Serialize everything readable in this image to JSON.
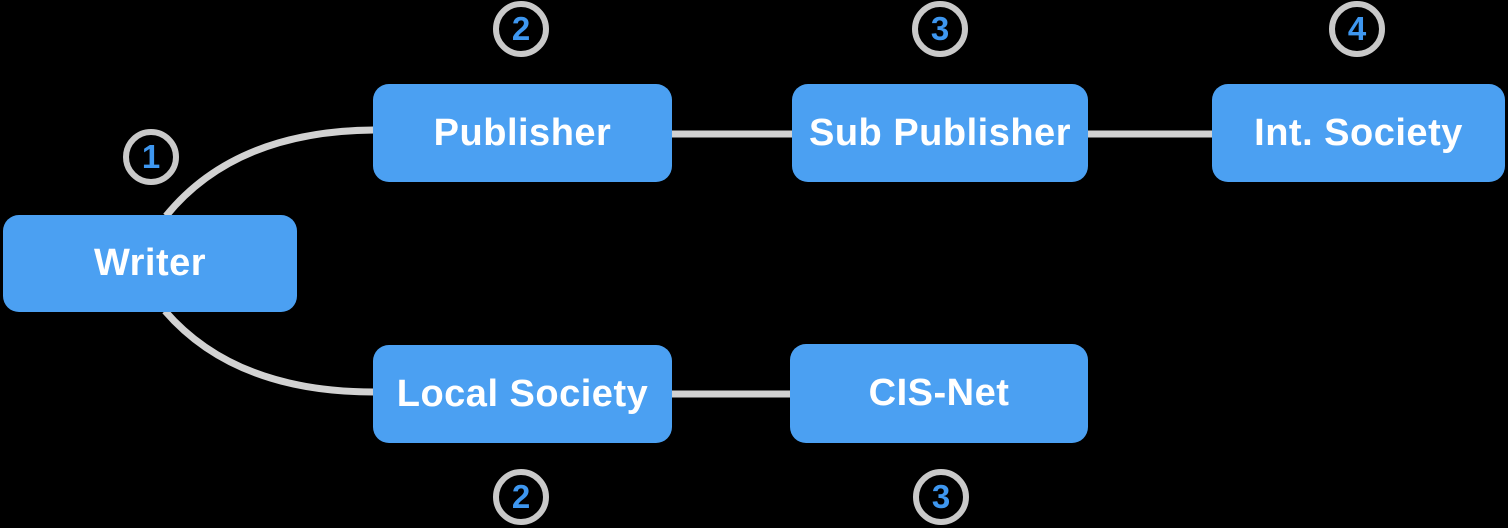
{
  "canvas": {
    "background": "#000000"
  },
  "palette": {
    "node_fill": "#4BA0F2",
    "node_text": "#FFFFFF",
    "connector": "#D2D2D2",
    "badge_ring": "#C9C9C9",
    "badge_number": "#3E97F0"
  },
  "nodes": [
    {
      "id": "writer",
      "label": "Writer"
    },
    {
      "id": "publisher",
      "label": "Publisher"
    },
    {
      "id": "sub-publisher",
      "label": "Sub Publisher"
    },
    {
      "id": "int-society",
      "label": "Int. Society"
    },
    {
      "id": "local-society",
      "label": "Local Society"
    },
    {
      "id": "cis-net",
      "label": "CIS-Net"
    }
  ],
  "badges": [
    {
      "number": "1",
      "attached_to": "writer"
    },
    {
      "number": "2",
      "attached_to": "publisher"
    },
    {
      "number": "3",
      "attached_to": "sub-publisher"
    },
    {
      "number": "4",
      "attached_to": "int-society"
    },
    {
      "number": "2",
      "attached_to": "local-society"
    },
    {
      "number": "3",
      "attached_to": "cis-net"
    }
  ],
  "connections": [
    {
      "from": "writer",
      "to": "publisher"
    },
    {
      "from": "writer",
      "to": "local-society"
    },
    {
      "from": "publisher",
      "to": "sub-publisher"
    },
    {
      "from": "sub-publisher",
      "to": "int-society"
    },
    {
      "from": "local-society",
      "to": "cis-net"
    }
  ]
}
